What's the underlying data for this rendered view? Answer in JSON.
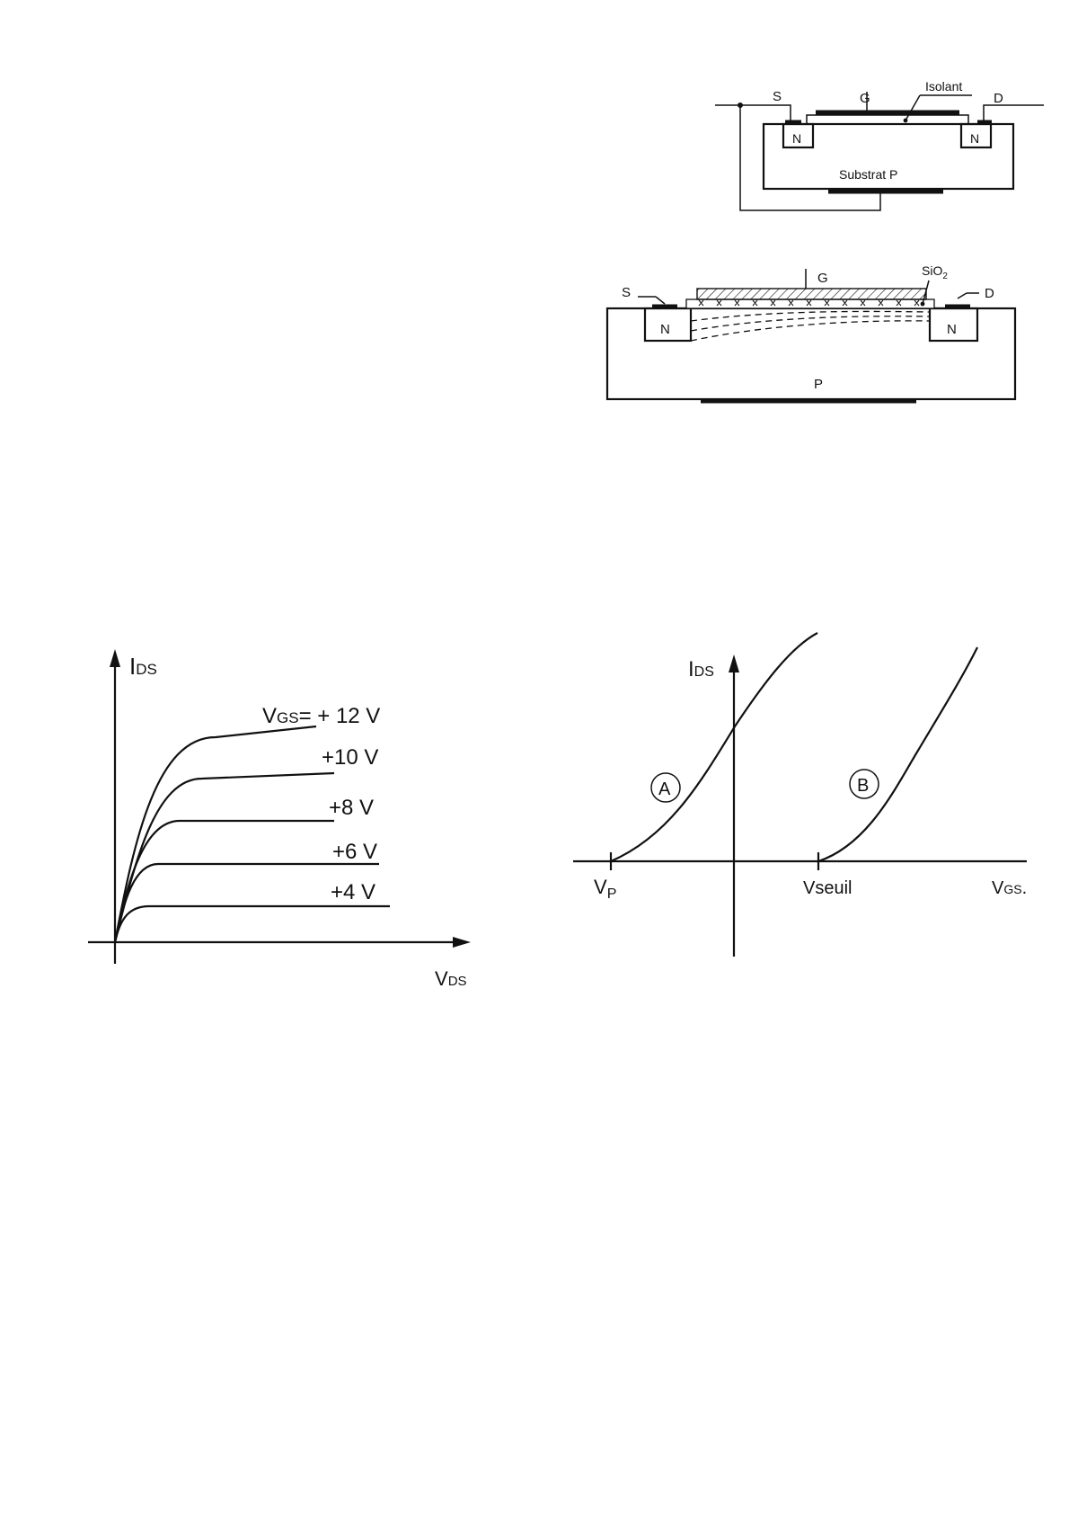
{
  "mosfet_top": {
    "source": "S",
    "gate": "G",
    "insulator": "Isolant",
    "drain": "D",
    "n_left": "N",
    "n_right": "N",
    "substrate": "Substrat P"
  },
  "mosfet_bottom": {
    "source": "S",
    "gate": "G",
    "oxide": "SiO",
    "oxide_sub": "2",
    "drain": "D",
    "n_left": "N",
    "n_right": "N",
    "substrate": "P"
  },
  "output_chart": {
    "y_label_main": "I",
    "y_label_sub": "DS",
    "x_label_main": "V",
    "x_label_sub": "DS",
    "curves": [
      {
        "label": "VGS = + 12 V",
        "label_prefix_main": "V",
        "label_prefix_sub": "GS",
        "label_value": "= + 12 V"
      },
      {
        "label": "+10 V"
      },
      {
        "label": "+8 V"
      },
      {
        "label": "+6 V"
      },
      {
        "label": "+4 V"
      }
    ]
  },
  "transfer_chart": {
    "y_label_main": "I",
    "y_label_sub": "DS",
    "x_label_main": "V",
    "x_label_sub": "GS",
    "x_label_suffix": ".",
    "pinch_main": "V",
    "pinch_sub": "P",
    "threshold": "Vseuil",
    "curve_a": "A",
    "curve_b": "B"
  }
}
